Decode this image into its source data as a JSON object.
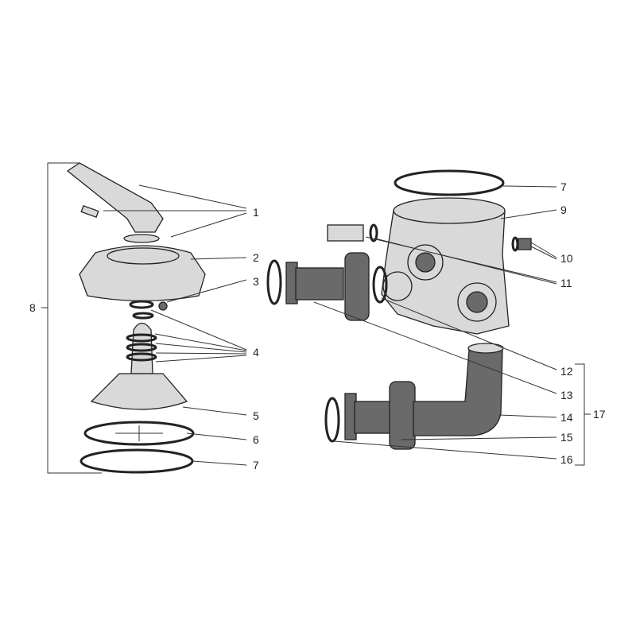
{
  "title": "Multiport valve exploded parts diagram",
  "labels": {
    "p1": "1",
    "p2": "2",
    "p3": "3",
    "p4": "4",
    "p5": "5",
    "p6": "6",
    "p7a": "7",
    "p8": "8",
    "p7b": "7",
    "p9": "9",
    "p10": "10",
    "p11": "11",
    "p12": "12",
    "p13": "13",
    "p14": "14",
    "p15": "15",
    "p16": "16",
    "p17": "17"
  }
}
